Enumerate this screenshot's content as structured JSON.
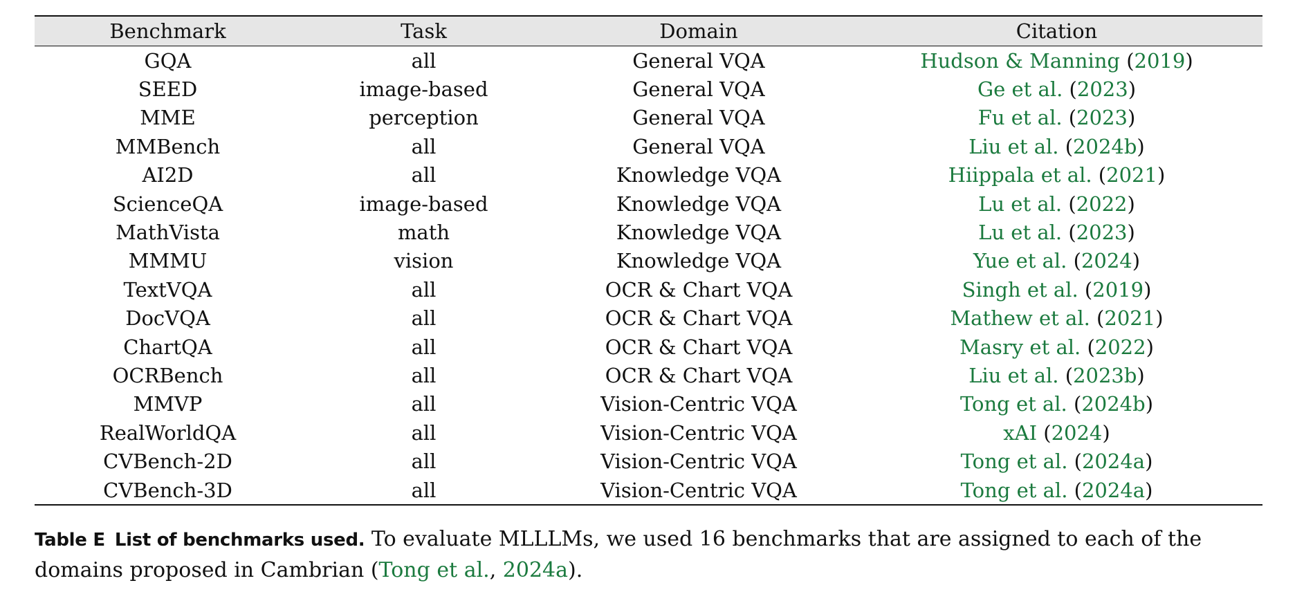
{
  "table": {
    "headers": [
      "Benchmark",
      "Task",
      "Domain",
      "Citation"
    ],
    "rows": [
      {
        "benchmark": "GQA",
        "task": "all",
        "domain": "General VQA",
        "cite_author": "Hudson & Manning",
        "cite_year": "2019"
      },
      {
        "benchmark": "SEED",
        "task": "image-based",
        "domain": "General VQA",
        "cite_author": "Ge et al.",
        "cite_year": "2023"
      },
      {
        "benchmark": "MME",
        "task": "perception",
        "domain": "General VQA",
        "cite_author": "Fu et al.",
        "cite_year": "2023"
      },
      {
        "benchmark": "MMBench",
        "task": "all",
        "domain": "General VQA",
        "cite_author": "Liu et al.",
        "cite_year": "2024b"
      },
      {
        "benchmark": "AI2D",
        "task": "all",
        "domain": "Knowledge VQA",
        "cite_author": "Hiippala et al.",
        "cite_year": "2021"
      },
      {
        "benchmark": "ScienceQA",
        "task": "image-based",
        "domain": "Knowledge VQA",
        "cite_author": "Lu et al.",
        "cite_year": "2022"
      },
      {
        "benchmark": "MathVista",
        "task": "math",
        "domain": "Knowledge VQA",
        "cite_author": "Lu et al.",
        "cite_year": "2023"
      },
      {
        "benchmark": "MMMU",
        "task": "vision",
        "domain": "Knowledge VQA",
        "cite_author": "Yue et al.",
        "cite_year": "2024"
      },
      {
        "benchmark": "TextVQA",
        "task": "all",
        "domain": "OCR & Chart VQA",
        "cite_author": "Singh et al.",
        "cite_year": "2019"
      },
      {
        "benchmark": "DocVQA",
        "task": "all",
        "domain": "OCR & Chart VQA",
        "cite_author": "Mathew et al.",
        "cite_year": "2021"
      },
      {
        "benchmark": "ChartQA",
        "task": "all",
        "domain": "OCR & Chart VQA",
        "cite_author": "Masry et al.",
        "cite_year": "2022"
      },
      {
        "benchmark": "OCRBench",
        "task": "all",
        "domain": "OCR & Chart VQA",
        "cite_author": "Liu et al.",
        "cite_year": "2023b"
      },
      {
        "benchmark": "MMVP",
        "task": "all",
        "domain": "Vision-Centric VQA",
        "cite_author": "Tong et al.",
        "cite_year": "2024b"
      },
      {
        "benchmark": "RealWorldQA",
        "task": "all",
        "domain": "Vision-Centric VQA",
        "cite_author": "xAI",
        "cite_year": "2024"
      },
      {
        "benchmark": "CVBench-2D",
        "task": "all",
        "domain": "Vision-Centric VQA",
        "cite_author": "Tong et al.",
        "cite_year": "2024a"
      },
      {
        "benchmark": "CVBench-3D",
        "task": "all",
        "domain": "Vision-Centric VQA",
        "cite_author": "Tong et al.",
        "cite_year": "2024a"
      }
    ]
  },
  "caption": {
    "label": "Table E",
    "title": "List of benchmarks used.",
    "text": "To evaluate MLLLMs, we used 16 benchmarks that are assigned to each of the domains proposed in Cambrian (",
    "cite_author": "Tong et al.",
    "cite_sep": ", ",
    "cite_year": "2024a",
    "closing": ")."
  },
  "colors": {
    "citation_link": "#1b7a3e",
    "header_bg": "#e6e6e6"
  }
}
